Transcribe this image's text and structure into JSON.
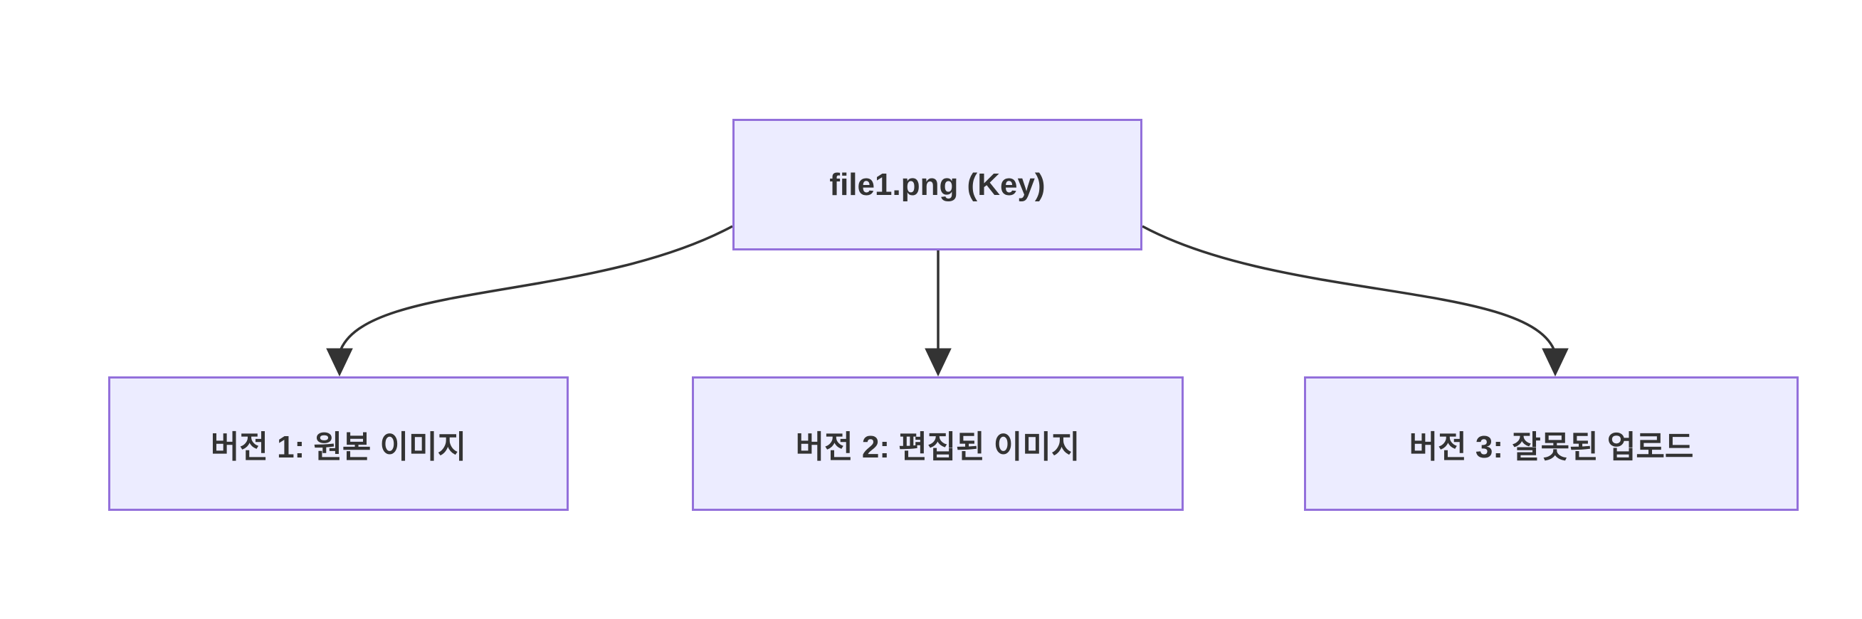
{
  "diagram": {
    "type": "flowchart-top-down",
    "background": "#ffffff",
    "colors": {
      "node_fill": "#ECECFF",
      "node_border": "#9370DB",
      "edge_line": "#333333",
      "label_text": "#333333"
    },
    "nodes": {
      "root": {
        "id": "file1",
        "label": "file1.png (Key)"
      },
      "v1": {
        "id": "version1",
        "label": "버전 1: 원본 이미지"
      },
      "v2": {
        "id": "version2",
        "label": "버전 2: 편집된 이미지"
      },
      "v3": {
        "id": "version3",
        "label": "버전 3: 잘못된 업로드"
      }
    },
    "edges": [
      {
        "from": "file1",
        "to": "version1",
        "arrowhead": "filled-triangle"
      },
      {
        "from": "file1",
        "to": "version2",
        "arrowhead": "filled-triangle"
      },
      {
        "from": "file1",
        "to": "version3",
        "arrowhead": "filled-triangle"
      }
    ]
  }
}
